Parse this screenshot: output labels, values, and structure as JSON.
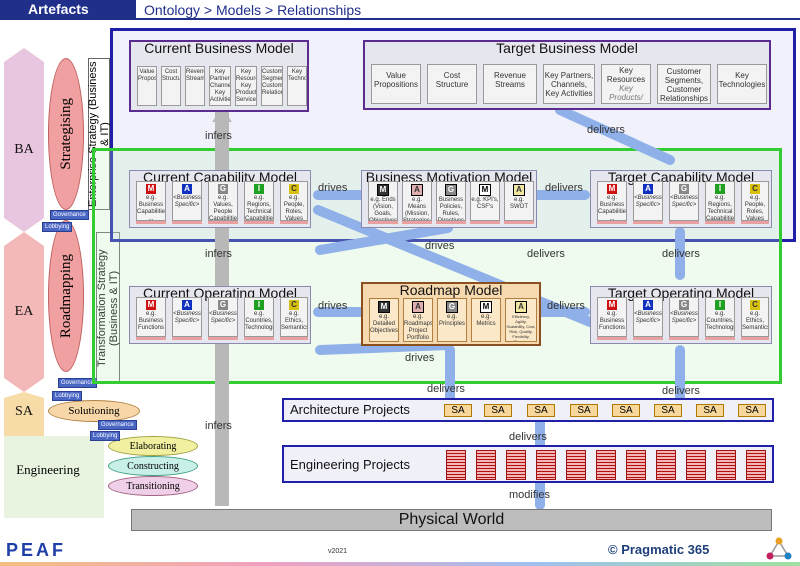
{
  "header": {
    "tab": "Artefacts",
    "breadcrumb": "Ontology > Models > Relationships"
  },
  "rail": {
    "levels": [
      "BA",
      "EA",
      "SA",
      "Engineering"
    ],
    "phases": [
      "Strategising",
      "Roadmapping",
      "Solutioning",
      "Elaborating",
      "Constructing",
      "Transitioning"
    ],
    "strategies": [
      "Enterprise Strategy (Business & IT)",
      "Transformation Strategy (Business & IT)"
    ],
    "governance": "Governance",
    "lobbying": "Lobbying"
  },
  "models": {
    "current_business": {
      "title": "Current Business Model",
      "cards": [
        "Value Propositions",
        "Cost Structure",
        "Revenue Streams",
        "Key Partners, Channel, Key Activities",
        "Key Resources Key Products, Services",
        "Customer Segments, Customer Relationships",
        "Key Technologies"
      ]
    },
    "target_business": {
      "title": "Target Business Model",
      "cards": [
        "Value Propositions",
        "Cost Structure",
        "Revenue Streams",
        "Key Partners, Channels, Key Activities",
        "Key Resources",
        "Key Products/ Services",
        "Customer Segments, Customer Relationships",
        "Key Technologies"
      ]
    },
    "current_capability": {
      "title": "Current Capability Model",
      "cards": [
        "e.g. Business Capabilities ...",
        "<Business Specific>",
        "e.g. Values, People Capabilities",
        "e.g. Regions, Technical Capabilities",
        "e.g. People, Roles, Values"
      ]
    },
    "business_motivation": {
      "title": "Business Motivation Model",
      "cards": [
        "e.g. Ends (Vision, Goals, Objectives)",
        "e.g. Means (Mission, Strategies, Tactics)",
        "Business Policies, Rules, Directives",
        "e.g. KPI's, CSF's",
        "e.g. SWOT"
      ]
    },
    "target_capability": {
      "title": "Target Capability Model",
      "cards": [
        "e.g. Business Capabilities ...",
        "<Business Specific>",
        "<Business Specific>",
        "e.g. Regions, Technical Capabilities",
        "e.g. People, Roles, Values"
      ]
    },
    "current_operating": {
      "title": "Current Operating Model",
      "cards": [
        "e.g. Business Functions",
        "<Business Specific>",
        "<Business Specific>",
        "e.g. Countries, Technologies",
        "e.g. Ethics, Semantics"
      ]
    },
    "roadmap": {
      "title": "Roadmap Model",
      "cards": [
        "e.g. Detailed Objectives",
        "e.g. Roadmaps, Project Portfolio",
        "e.g. Principles",
        "e.g. Metrics",
        "Efficiency, Agility, Scalability, Cost, Risk, Quality, Flexibility, Showing"
      ]
    },
    "target_operating": {
      "title": "Target Operating Model",
      "cards": [
        "e.g. Business Functions",
        "<Business Specific>",
        "<Business Specific>",
        "e.g. Countries, Technologies",
        "e.g. Ethics, Semantics"
      ]
    }
  },
  "badges": [
    "M",
    "A",
    "G",
    "I",
    "C"
  ],
  "arrows": {
    "infers": "infers",
    "drives": "drives",
    "delivers": "delivers",
    "modifies": "modifies"
  },
  "projects": {
    "architecture": "Architecture Projects",
    "engineering": "Engineering Projects",
    "sa_label": "SA"
  },
  "physical": "Physical World",
  "footer": {
    "logo": "PEAF",
    "version": "v2021",
    "copyright": "© Pragmatic 365"
  },
  "colors": {
    "ba_frame": "#1f1fa8",
    "ea_frame": "#33cc33",
    "header": "#1f2f8a",
    "arrow": "#8fb0e8"
  }
}
